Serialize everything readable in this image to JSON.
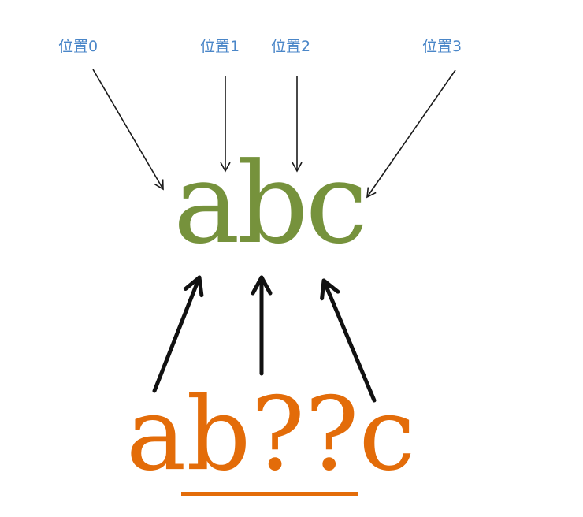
{
  "colors": {
    "label": "#4a86c8",
    "top_word": "#76923c",
    "bottom_word": "#e36c09",
    "thin_arrow": "#1a1a1a",
    "thick_arrow": "#111111"
  },
  "positions": [
    {
      "label": "位置0"
    },
    {
      "label": "位置1"
    },
    {
      "label": "位置2"
    },
    {
      "label": "位置3"
    }
  ],
  "top_word": "abc",
  "bottom_word": "ab??c",
  "icons": {
    "thin_arrow": "arrow-icon",
    "thick_arrow": "thick-arrow-icon"
  }
}
